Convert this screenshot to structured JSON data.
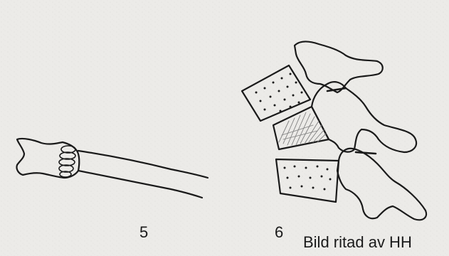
{
  "figures": [
    {
      "number": "5"
    },
    {
      "number": "6"
    }
  ],
  "credit": "Bild ritad av HH",
  "colors": {
    "paper": "#ecebe8",
    "ink": "#1a1a1a",
    "shading": "#8a8a8a"
  }
}
